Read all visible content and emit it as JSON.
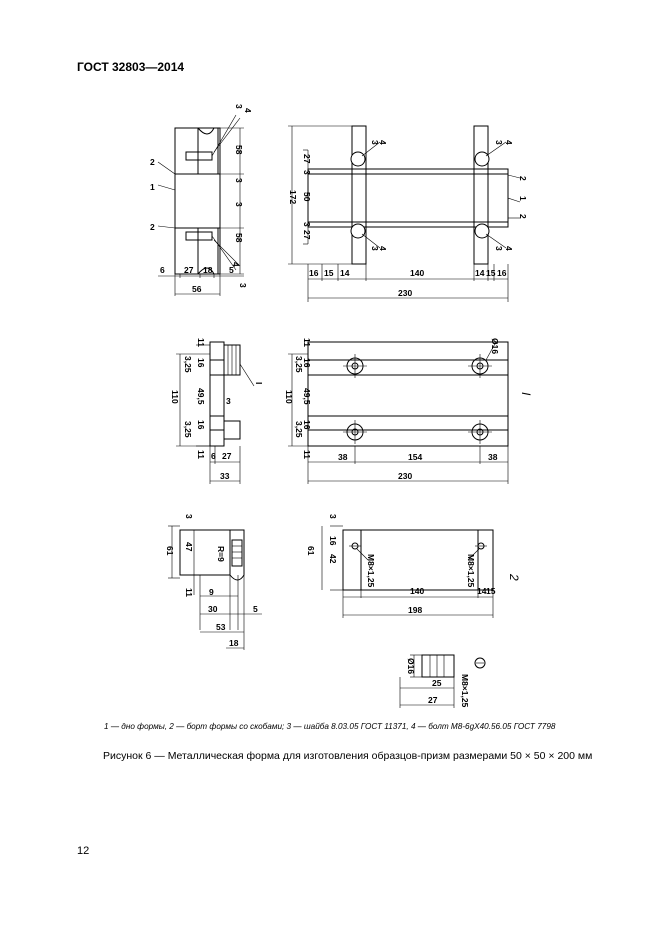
{
  "header": {
    "title": "ГОСТ 32803—2014"
  },
  "figure": {
    "legend": "1 — дно формы, 2 — борт формы со скобами; 3 — шайба 8.03.05 ГОСТ 11371, 4 — болт М8-6gХ40.56.05 ГОСТ 7798",
    "caption": "Рисунок 6 — Металлическая форма для изготовления образцов-призм размерами 50 × 50 × 200 мм",
    "callouts": {
      "one": "1",
      "two": "2",
      "three": "3",
      "four": "4",
      "view_I": "I",
      "view_2": "2",
      "view_1_circle": "I"
    },
    "dims": {
      "d58": "58",
      "d3": "3",
      "d6": "6",
      "d27": "27",
      "d18": "18",
      "d5": "5",
      "d56": "56",
      "d172": "172",
      "d50": "50",
      "d16": "16",
      "d15": "15",
      "d14": "14",
      "d140": "140",
      "d230": "230",
      "d11": "11",
      "d325": "3,25",
      "d495": "49,5",
      "d110": "110",
      "d33": "33",
      "d38": "38",
      "d154": "154",
      "dphi16": "Ø16",
      "d47": "47",
      "d61": "61",
      "dR9": "R=9",
      "d9": "9",
      "d30": "30",
      "d53": "53",
      "d42": "42",
      "dM8": "M8×1,25",
      "d198": "198",
      "d25": "25"
    }
  },
  "page_number": "12"
}
